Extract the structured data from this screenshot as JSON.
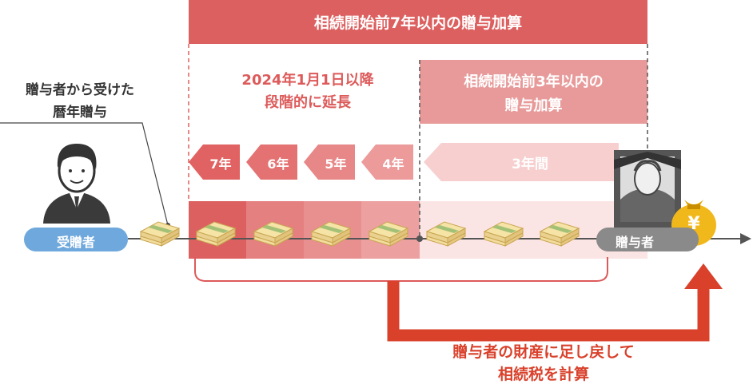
{
  "header": {
    "seven_year_title": "相続開始前7年以内の贈与加算"
  },
  "extension_note": {
    "line1": "2024年1月1日以降",
    "line2": "段階的に延長"
  },
  "three_year_box": {
    "line1": "相続開始前3年以内の",
    "line2": "贈与加算"
  },
  "left_caption": {
    "line1": "贈与者から受けた",
    "line2": "暦年贈与"
  },
  "arrows": {
    "y7": "7年",
    "y6": "6年",
    "y5": "5年",
    "y4": "4年",
    "y3": "3年間"
  },
  "labels": {
    "recipient": "受贈者",
    "donor": "贈与者"
  },
  "conclusion": {
    "line1": "贈与者の財産に足し戻して",
    "line2": "相続税を計算"
  },
  "icons": {
    "yen_symbol": "¥"
  },
  "colors": {
    "red_dark": "#dd6060",
    "red_mid": "#e89090",
    "pink_light": "#fbe4e4",
    "blue_badge": "#6fa8dc",
    "gray_badge": "#8a8a8a",
    "arrow_red": "#d9412b"
  }
}
